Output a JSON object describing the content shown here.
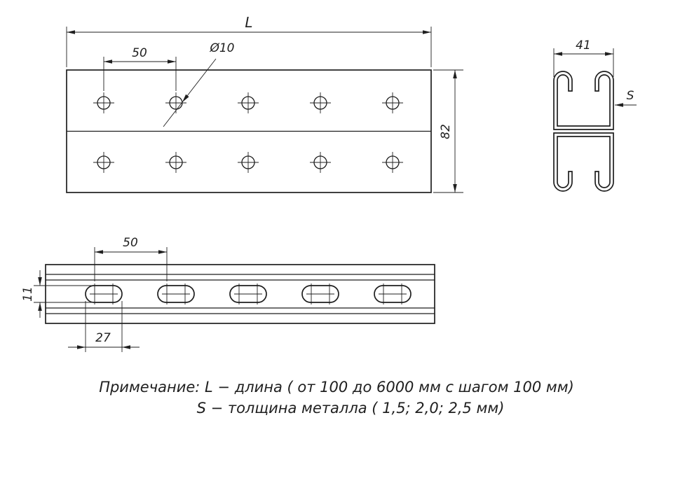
{
  "front_view": {
    "length_label": "L",
    "hole_spacing_label": "50",
    "hole_diameter_label": "Ø10",
    "height_label": "82"
  },
  "section_view": {
    "width_label": "41",
    "thickness_label": "S"
  },
  "side_view": {
    "slot_spacing_label": "50",
    "slot_height_label": "11",
    "slot_length_label": "27"
  },
  "notes": {
    "line1": "Примечание: L − длина ( от 100 до 6000 мм с шагом 100 мм)",
    "line2": "S − толщина металла ( 1,5; 2,0; 2,5 мм)"
  },
  "colors": {
    "line": "#1f1f1f",
    "background": "#ffffff"
  }
}
